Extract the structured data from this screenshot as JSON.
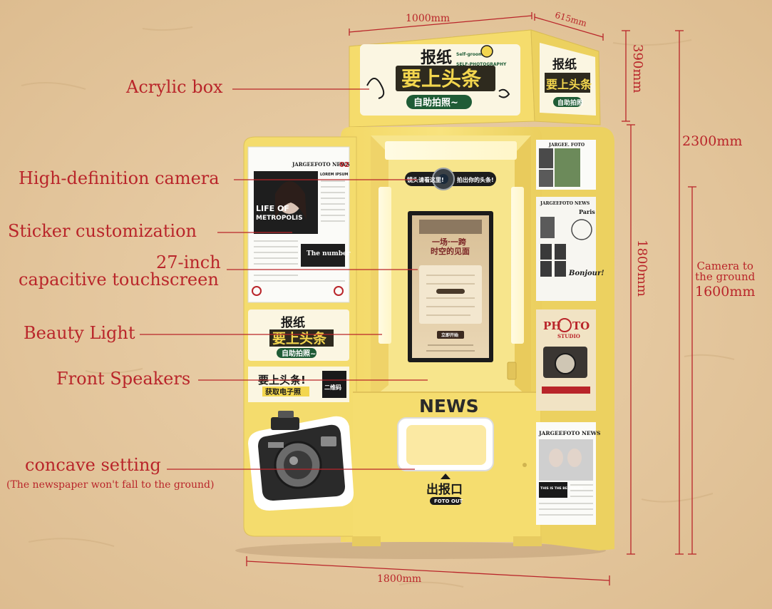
{
  "labels": {
    "acrylic_box": "Acrylic box",
    "camera": "High-definition camera",
    "sticker": "Sticker customization",
    "touch_line1": "27-inch",
    "touch_line2": "capacitive touchscreen",
    "beauty_light": "Beauty Light",
    "speakers": "Front Speakers",
    "concave": "concave setting",
    "concave_note": "(The newspaper won't fall to the ground)"
  },
  "dimensions": {
    "top_width": "1000mm",
    "top_depth": "615mm",
    "box_height": "390mm",
    "total_height": "2300mm",
    "body_height": "1800mm",
    "camera_line1": "Camera to",
    "camera_line2": "the ground",
    "camera_value": "1600mm",
    "base_width": "1800mm"
  },
  "machine": {
    "signboard_title_top": "报纸",
    "signboard_title_main": "要上头条",
    "signboard_sub": "自助拍照~",
    "signboard_tag1": "Self-grooming",
    "signboard_tag2": "SELF-PHOTOGRAPHY",
    "camera_left_text": "镜头请看这里!",
    "camera_right_text": "拍出你的头条!",
    "screen_title1": "一场·一跨",
    "screen_title2": "时空的见面",
    "screen_btn": "立即开始",
    "news_label": "NEWS",
    "out_label": "出报口",
    "out_sub": "FOTO OUT",
    "poster_left_title": "JARGEEFOTO NEWS",
    "poster_left_issue": "02",
    "poster_left_headline1": "LIFE OF",
    "poster_left_headline2": "METROPOLIS",
    "poster_left_quote": "The number",
    "poster_left_lorem": "LOREM IPSUM",
    "sign_small_title1": "报纸",
    "sign_small_title2": "要上头条",
    "sign_small_sub": "自助拍照~",
    "qr_banner_main": "要上头条!",
    "qr_banner_sub": "获取电子照",
    "qr_banner_code": "二维码",
    "right_poster1_title": "JARGEE. FOTO",
    "right_poster2_title": "JARGEEFOTO NEWS",
    "right_poster2_city": "Paris",
    "right_poster2_bonjour": "Bonjour!",
    "photo_studio1": "PH",
    "photo_studio2": "TO",
    "photo_studio_sub": "STUDIO",
    "right_poster4_title": "JARGEEFOTO NEWS",
    "right_poster4_head": "THIS IS THE BEGINNING",
    "box_side_title1": "报纸",
    "box_side_title2": "要上头条",
    "box_side_sub": "自助拍照"
  },
  "colors": {
    "background": "#e8cba3",
    "machine_yellow": "#f5df75",
    "machine_shadow": "#e2c65a",
    "label_red": "#b9252a",
    "signboard_green": "#1f5c36"
  }
}
